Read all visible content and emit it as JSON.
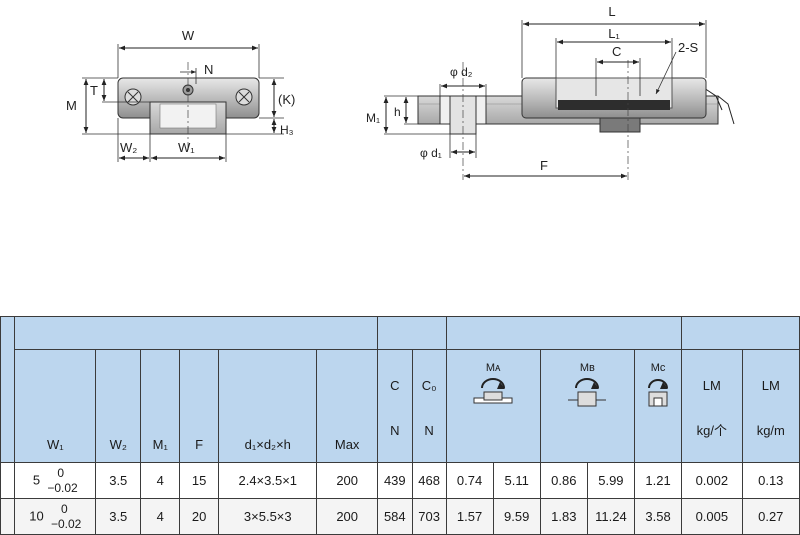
{
  "front_view": {
    "labels": {
      "W": "W",
      "N": "N",
      "T": "T",
      "M": "M",
      "K": "(K)",
      "H3": "H₃",
      "W2": "W₂",
      "W1": "W₁"
    }
  },
  "side_view": {
    "labels": {
      "L": "L",
      "L1": "L₁",
      "C": "C",
      "S": "2-S",
      "d2": "φ d₂",
      "M1": "M₁",
      "h": "h",
      "d1": "φ d₁",
      "F": "F"
    }
  },
  "table": {
    "headers": {
      "W1": "W₁",
      "W2": "W₂",
      "M1": "M₁",
      "F": "F",
      "dims": "d₁×d₂×h",
      "max": "Max",
      "C": "C",
      "C_unit": "N",
      "C0": "C₀",
      "C0_unit": "N",
      "MA": "Mᴀ",
      "MB": "Mʙ",
      "MC": "Mᴄ",
      "LM1": "LM",
      "LM1_unit": "kg/个",
      "LM2": "LM",
      "LM2_unit": "kg/m"
    },
    "rows": [
      {
        "w": "5",
        "tol_upper": "0",
        "tol_lower": "−0.02",
        "w2": "3.5",
        "m1": "4",
        "f": "15",
        "dims": "2.4×3.5×1",
        "max": "200",
        "c": "439",
        "c0": "468",
        "ma1": "0.74",
        "ma2": "5.11",
        "mb1": "0.86",
        "mb2": "5.99",
        "mc": "1.21",
        "lm1": "0.002",
        "lm2": "0.13"
      },
      {
        "w": "10",
        "tol_upper": "0",
        "tol_lower": "−0.02",
        "w2": "3.5",
        "m1": "4",
        "f": "20",
        "dims": "3×5.5×3",
        "max": "200",
        "c": "584",
        "c0": "703",
        "ma1": "1.57",
        "ma2": "9.59",
        "mb1": "1.83",
        "mb2": "11.24",
        "mc": "3.58",
        "lm1": "0.005",
        "lm2": "0.27"
      }
    ]
  }
}
